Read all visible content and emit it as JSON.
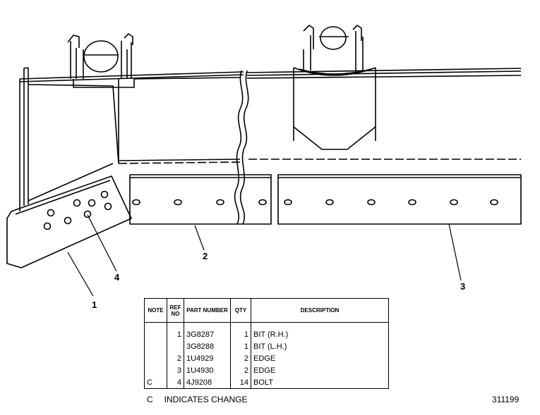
{
  "callouts": [
    "1",
    "2",
    "3",
    "4"
  ],
  "table": {
    "headers": {
      "note": "NOTE",
      "ref_no": "REF NO",
      "part_number": "PART NUMBER",
      "qty": "QTY",
      "description": "DESCRIPTION"
    },
    "rows": [
      {
        "note": "",
        "ref": "1",
        "part": "3G8287",
        "qty": "1",
        "desc": "BIT (R.H.)"
      },
      {
        "note": "",
        "ref": "",
        "part": "3G8288",
        "qty": "1",
        "desc": "BIT (L.H.)"
      },
      {
        "note": "",
        "ref": "2",
        "part": "1U4929",
        "qty": "2",
        "desc": "EDGE"
      },
      {
        "note": "",
        "ref": "3",
        "part": "1U4930",
        "qty": "2",
        "desc": "EDGE"
      },
      {
        "note": "C",
        "ref": "4",
        "part": "4J9208",
        "qty": "14",
        "desc": "BOLT"
      }
    ]
  },
  "legend": {
    "symbol": "C",
    "text": "INDICATES CHANGE"
  },
  "doc_number": "311199",
  "colors": {
    "ink": "#000000",
    "paper": "#ffffff"
  }
}
